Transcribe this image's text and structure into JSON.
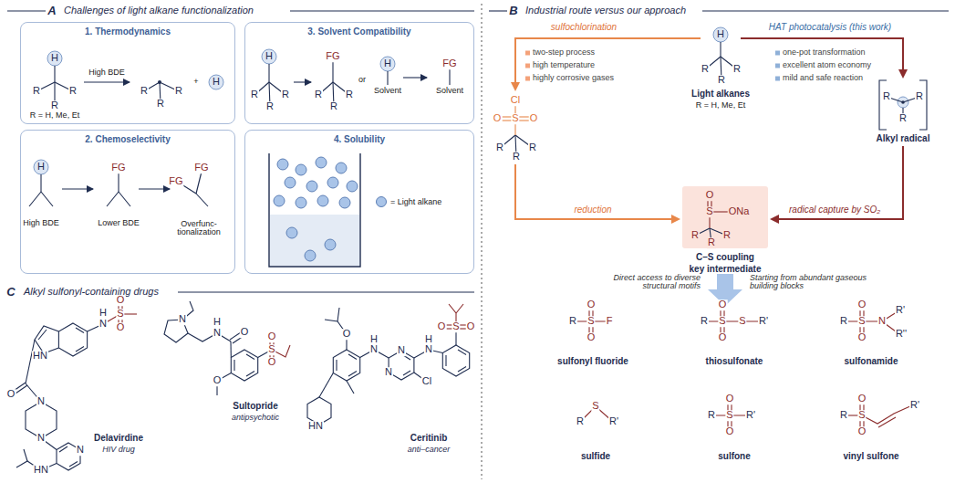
{
  "diagram": {
    "nodes": [
      {
        "text": [
          "1. Thermodynamics"
        ]
      },
      {
        "text": [
          "3. Solvent Compatibility"
        ]
      },
      {
        "text": [
          "2. Chemoselectivity"
        ]
      },
      {
        "text": [
          "4. Solubility"
        ]
      }
    ],
    "labels": [
      "A",
      "Challenges of light alkane functionalization",
      "B",
      "Industrial route versus our approach",
      "C",
      "Alkyl sulfonyl-containing drugs",
      "H",
      "R",
      "R",
      "R",
      "High BDE",
      "R",
      "R",
      "R",
      "+",
      "H",
      "R = H, Me, Et",
      "H",
      "High BDE",
      "FG",
      "Lower BDE",
      "FG",
      "FG",
      "Overfunc- tionalization",
      "H",
      "R",
      "R",
      "R",
      "FG",
      "R",
      "R",
      "R",
      "or",
      "H",
      "Solvent",
      "FG",
      "Solvent",
      "sulfochlorination",
      "HAT photocatalysis (this work)",
      "two-step process",
      "high temperature",
      "highly corrosive gases",
      "one-pot transformation",
      "excellent atom economy",
      "mild and safe reaction",
      "H",
      "R",
      "R",
      "R",
      "Light alkanes",
      "R = H, Me, Et",
      "Cl",
      "O",
      "S",
      "O",
      "R",
      "R",
      "R",
      "R",
      "R",
      "R",
      "Alkyl radical",
      "reduction",
      "radical capture by SO₂",
      "O",
      "S",
      "ONa",
      "R",
      "R",
      "R",
      "C–S coupling",
      "key intermediate",
      "Direct access to diverse structural motifs",
      "Starting from abundant gaseous building blocks",
      "R",
      "S",
      "F",
      "O",
      "O",
      "sulfonyl fluoride",
      "R",
      "S",
      "S",
      "R'",
      "O",
      "O",
      "thiosulfonate",
      "R",
      "S",
      "N",
      "R'",
      "R''",
      "O",
      "O",
      "sulfonamide",
      "R",
      "S",
      "R'",
      "sulfide",
      "R",
      "S",
      "R'",
      "O",
      "O",
      "sulfone",
      "R",
      "S",
      "O",
      "O",
      "R'",
      "vinyl sulfone",
      "HN",
      "H",
      "N",
      "S",
      "O",
      "O",
      "O",
      "N",
      "N",
      "N",
      "HN",
      "Delavirdine",
      "HIV drug",
      "N",
      "H",
      "N",
      "O",
      "O",
      "S",
      "O",
      "O",
      "Sultopride",
      "antipsychotic",
      "O",
      "HN",
      "H",
      "N",
      "N",
      "N",
      "Cl",
      "H",
      "N",
      "S",
      "O",
      "O",
      "Ceritinib",
      "anti–cancer"
    ],
    "legend": [
      {
        "text": "= Light alkane",
        "color": "#a9c4e8"
      }
    ]
  }
}
